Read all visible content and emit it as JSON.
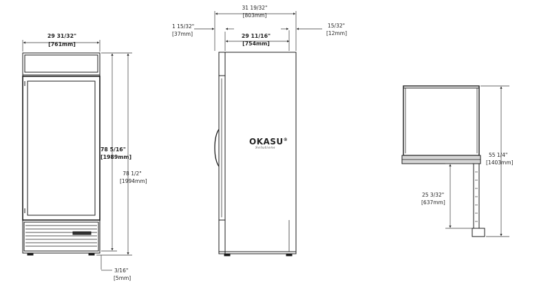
{
  "front_view": {
    "width_in": "29 31/32\"",
    "width_mm": "[761mm]",
    "door_height_in": "78 5/16\"",
    "door_height_mm": "[1989mm]",
    "total_height_in": "78 1/2\"",
    "total_height_mm": "[1994mm]",
    "foot_in": "3/16\"",
    "foot_mm": "[5mm]"
  },
  "side_view": {
    "depth_in": "31 19/32\"",
    "depth_mm": "[803mm]",
    "body_depth_in": "29 11/16\"",
    "body_depth_mm": "[754mm]",
    "front_offset_in": "1 15/32\"",
    "front_offset_mm": "[37mm]",
    "rear_offset_in": "15/32\"",
    "rear_offset_mm": "[12mm]",
    "logo": "OKASU",
    "logo_mark": "®",
    "logo_tagline": "Solutions"
  },
  "detail_view": {
    "overall_in": "55 1/4\"",
    "overall_mm": "[1403mm]",
    "lower_in": "25 3/32\"",
    "lower_mm": "[637mm]"
  },
  "colors": {
    "line": "#1a1a1a",
    "dim_line": "#333333",
    "fill_gray": "#d6d6d6"
  }
}
